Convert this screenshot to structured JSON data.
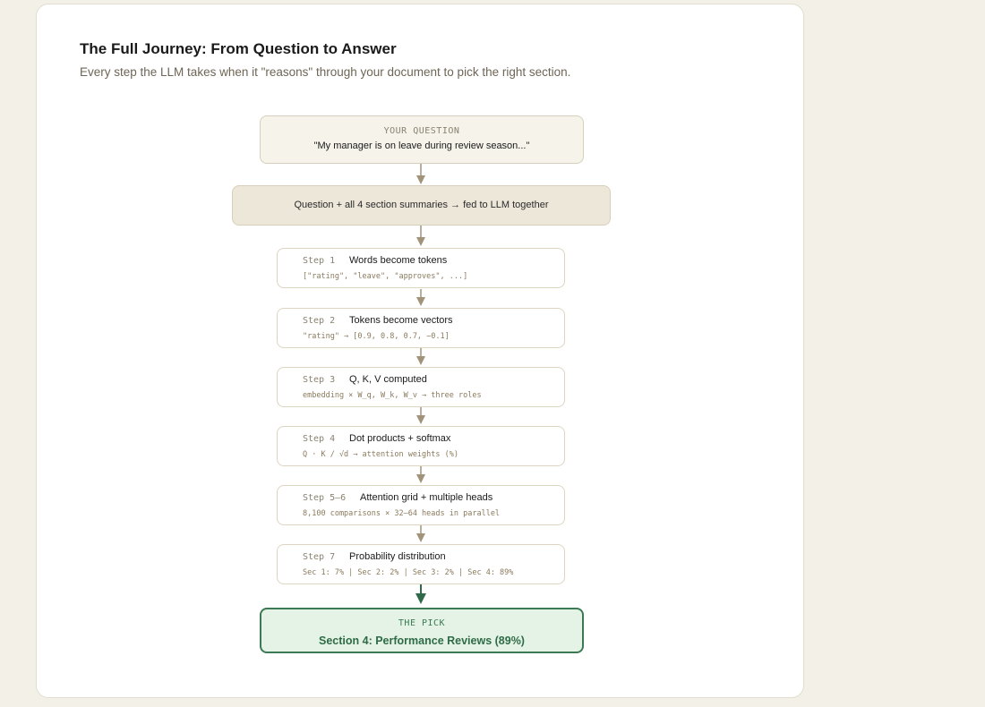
{
  "title": "The Full Journey: From Question to Answer",
  "subtitle": "Every step the LLM takes when it \"reasons\" through your document to pick the right section.",
  "question": {
    "label": "YOUR QUESTION",
    "text": "\"My manager is on leave during review season...\""
  },
  "feed": {
    "text": "Question + all 4 section summaries → fed to LLM together"
  },
  "steps": [
    {
      "num": "Step 1",
      "title": "Words become tokens",
      "detail": "[\"rating\", \"leave\", \"approves\", ...]"
    },
    {
      "num": "Step 2",
      "title": "Tokens become vectors",
      "detail": "\"rating\" → [0.9, 0.8, 0.7, −0.1]"
    },
    {
      "num": "Step 3",
      "title": "Q, K, V computed",
      "detail": "embedding × W_q, W_k, W_v → three roles"
    },
    {
      "num": "Step 4",
      "title": "Dot products + softmax",
      "detail": "Q · K / √d → attention weights (%)"
    },
    {
      "num": "Step 5–6",
      "title": "Attention grid + multiple heads",
      "detail": "8,100 comparisons × 32–64 heads in parallel"
    },
    {
      "num": "Step 7",
      "title": "Probability distribution",
      "detail": "Sec 1: 7% | Sec 2: 2% | Sec 3: 2% | Sec 4: 89%"
    }
  ],
  "pick": {
    "label": "THE PICK",
    "text": "Section 4: Performance Reviews (89%)"
  },
  "colors": {
    "arrow": "#a0937a",
    "final_arrow": "#2f6b4a",
    "pick_border": "#3c7a55",
    "pick_fill": "#e5f3e6"
  }
}
